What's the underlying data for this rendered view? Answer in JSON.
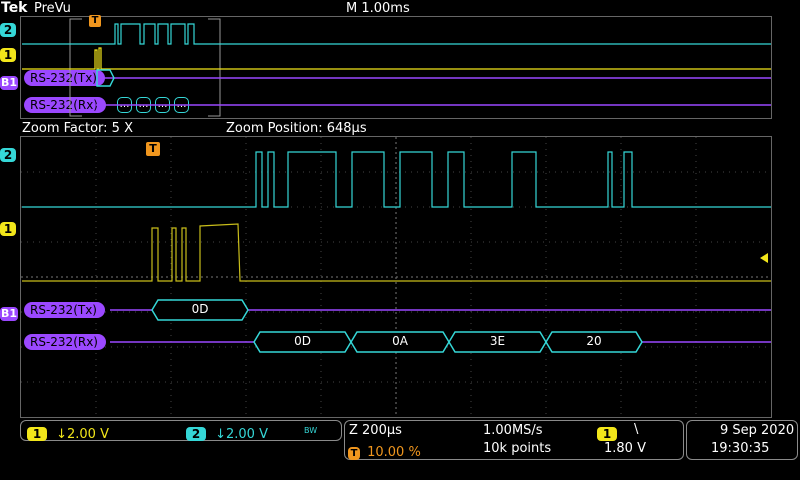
{
  "header": {
    "brand": "Tek",
    "mode": "PreVu",
    "timebase": "M 1.00ms"
  },
  "overview": {
    "ch2_marker": "2",
    "ch1_marker": "1",
    "b1_marker": "B1",
    "tx_label": "RS-232(Tx)",
    "rx_label": "RS-232(Rx)",
    "trigger_marker": "T",
    "rx_packets": [
      "…",
      "…",
      "…",
      "…"
    ]
  },
  "zoom": {
    "factor": "Zoom Factor: 5 X",
    "position": "Zoom Position: 648µs",
    "ch2_marker": "2",
    "ch1_marker": "1",
    "b1_marker": "B1",
    "trigger_marker": "T",
    "tx_label": "RS-232(Tx)",
    "rx_label": "RS-232(Rx)",
    "tx_packets": [
      "0D"
    ],
    "rx_packets": [
      "0D",
      "0A",
      "3E",
      "20"
    ]
  },
  "status": {
    "ch1": {
      "num": "1",
      "value": "↓2.00 V"
    },
    "ch2": {
      "num": "2",
      "value": "↓2.00 V",
      "bw": "BW"
    },
    "zoom_scale": "Z 200µs",
    "trigger_pos": "10.00 %",
    "sample_rate": "1.00MS/s",
    "record_length": "10k points",
    "trig_source": "1",
    "trig_slope": "\\",
    "trig_level": "1.80 V",
    "date": "9 Sep  2020",
    "time": "19:30:35"
  },
  "colors": {
    "ch1": "#f2e61a",
    "ch2": "#35d7d7",
    "bus": "#9b48ff",
    "trigger": "#f0961e"
  }
}
